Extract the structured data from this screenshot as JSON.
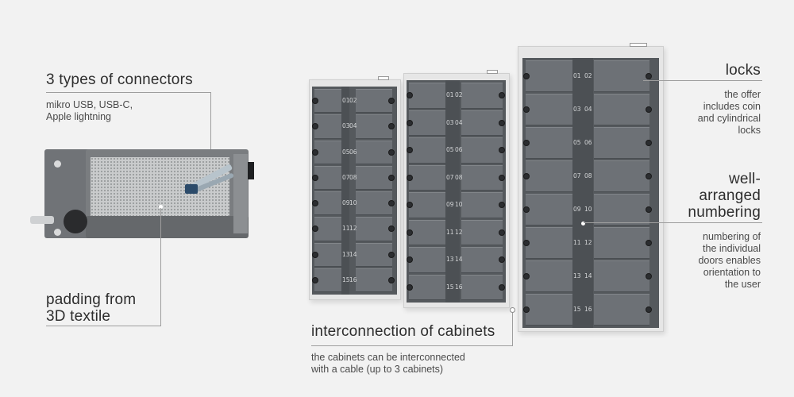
{
  "connectors": {
    "title": "3 types of connectors",
    "desc_line1": "mikro USB, USB-C,",
    "desc_line2": "Apple lightning"
  },
  "padding": {
    "line1": "padding from",
    "line2": "3D textile"
  },
  "locks": {
    "title": "locks",
    "desc_line1": "the offer",
    "desc_line2": "includes coin",
    "desc_line3": "and cylindrical",
    "desc_line4": "locks"
  },
  "numbering": {
    "title_line1": "well-",
    "title_line2": "arranged",
    "title_line3": "numbering",
    "desc_line1": "numbering of",
    "desc_line2": "the individual",
    "desc_line3": "doors enables",
    "desc_line4": "orientation to",
    "desc_line5": "the user"
  },
  "interconnection": {
    "title": "interconnection of cabinets",
    "desc_line1": "the cabinets can be interconnected",
    "desc_line2": "with a cable (up to 3 cabinets)"
  },
  "small_cabinet_numbers": [
    "01",
    "02",
    "03",
    "04",
    "05",
    "06",
    "07",
    "08",
    "09",
    "10",
    "11",
    "12",
    "13",
    "14",
    "15",
    "16"
  ],
  "large_cabinet_numbers": [
    "01",
    "02",
    "03",
    "04",
    "05",
    "06",
    "07",
    "08",
    "09",
    "10",
    "11",
    "12",
    "13",
    "14",
    "15",
    "16"
  ],
  "colors": {
    "background": "#f2f2f2",
    "door": "#6d7176",
    "frame": "#e6e6e6",
    "text": "#3a3a3a",
    "leader_line": "#9e9e9e"
  }
}
